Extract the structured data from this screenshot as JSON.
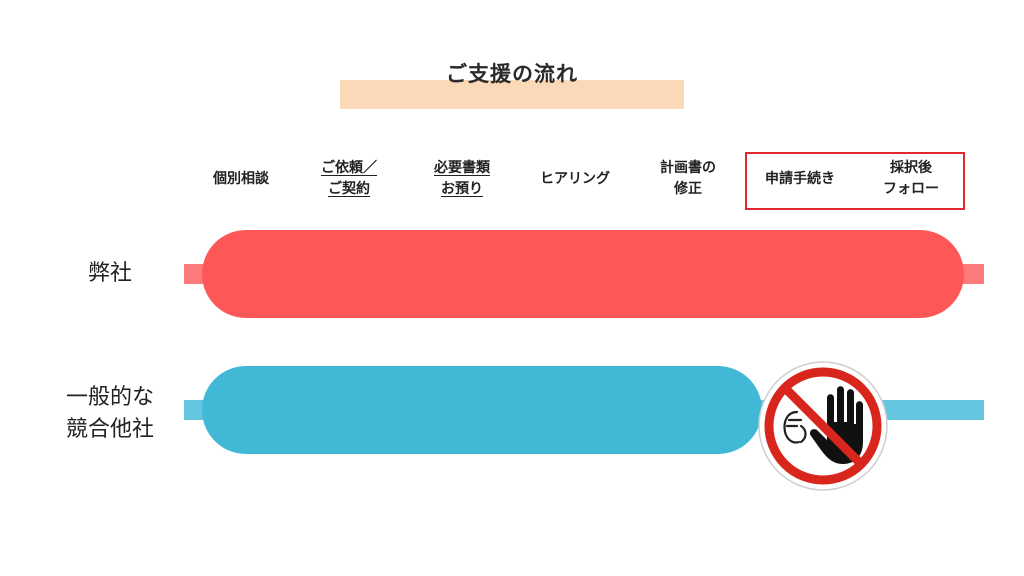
{
  "title": "ご支援の流れ",
  "steps": [
    {
      "lines": [
        "個別相談"
      ],
      "underline": false
    },
    {
      "lines": [
        "ご依頼／",
        "ご契約"
      ],
      "underline": true
    },
    {
      "lines": [
        "必要書類",
        "お預り"
      ],
      "underline": true
    },
    {
      "lines": [
        "ヒアリング"
      ],
      "underline": false
    },
    {
      "lines": [
        "計画書の",
        "修正"
      ],
      "underline": false
    },
    {
      "lines": [
        "申請手続き"
      ],
      "underline": false
    },
    {
      "lines": [
        "採択後",
        "フォロー"
      ],
      "underline": false
    }
  ],
  "rows": {
    "ours": {
      "label": "弊社",
      "color": "#fe5757",
      "track_color": "#fd7b7b"
    },
    "competitors": {
      "label_line1": "一般的な",
      "label_line2": "競合他社",
      "color": "#41b8d6",
      "track_color": "#63c5de"
    }
  },
  "icons": {
    "stop": "stop-hand-icon",
    "stop_ring_color": "#d9261c"
  }
}
